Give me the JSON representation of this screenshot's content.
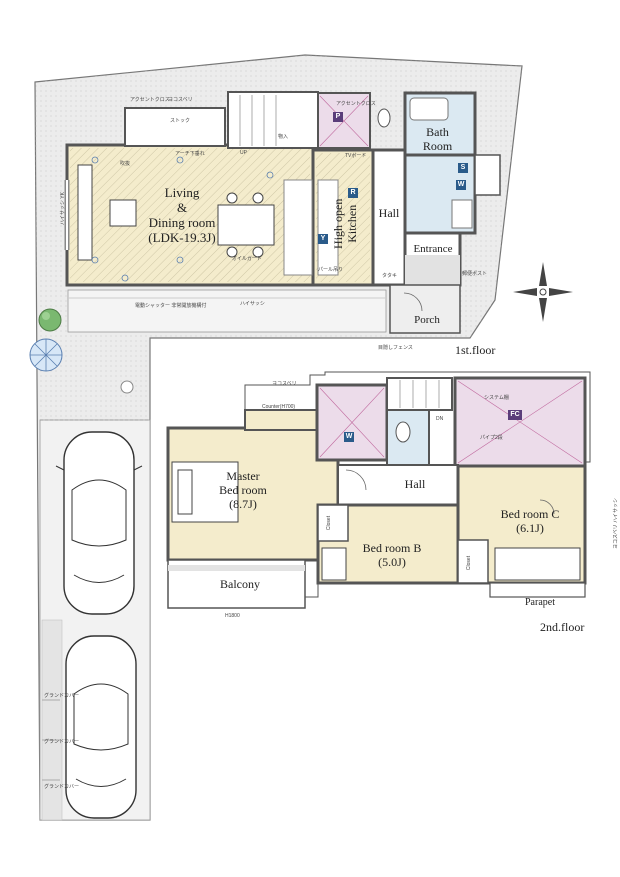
{
  "first_floor": {
    "label": "1st.floor",
    "rooms": {
      "living_line1": "Living",
      "living_line2": "&",
      "living_line3": "Dining room",
      "living_size": "(LDK-19.3J)",
      "kitchen": "High open Kitchen",
      "bath_line1": "Bath",
      "bath_line2": "Room",
      "hall": "Hall",
      "entrance": "Entrance",
      "porch": "Porch"
    },
    "notes": {
      "accent_cloth": "アクセントクロス",
      "yokosuberi": "ヨコスベリ",
      "high_sash": "ハイサッシ",
      "high_sash_ya": "ハイサッシ\nYK",
      "shutter": "電動シャッター\n非常開放機構付",
      "fence": "目隠しフェンス",
      "up": "UP",
      "tv": "TVボード",
      "oil_guard": "オイルガード",
      "pantry": "物入",
      "stock": "ストック",
      "arch": "アーチ下垂れ",
      "cutlery": "パール吊り",
      "tataki": "タタキ",
      "mailbox": "郵便ポスト",
      "flood": "吹抜"
    },
    "badges": [
      "P",
      "R",
      "Y",
      "S",
      "W"
    ]
  },
  "second_floor": {
    "label": "2nd.floor",
    "rooms": {
      "master_line1": "Master",
      "master_line2": "Bed room",
      "master_size": "(8.7J)",
      "hall": "Hall",
      "bedB_line1": "Bed room B",
      "bedB_size": "(5.0J)",
      "bedC_line1": "Bed room C",
      "bedC_size": "(6.1J)",
      "balcony": "Balcony",
      "parapet": "Parapet",
      "closet": "Closet",
      "dn": "DN"
    },
    "notes": {
      "counter": "Counter(H700)",
      "yokosuberi": "ヨコスベリ",
      "h1800": "H1800",
      "parapet_side": "ヨコスベリ\nハイサッシ",
      "system_shelf": "システム棚",
      "pipe_shelf": "パイプ2段"
    },
    "badges": [
      "W",
      "FC"
    ]
  },
  "site": {
    "ground_cover_1": "グランドカバー",
    "ground_cover_2": "グランドカバー",
    "ground_cover_3": "グランドカバー"
  },
  "colors": {
    "ldk": "#f4eccc",
    "accent_room": "#ecdcea",
    "wet_area": "#dbe9f2",
    "site": "#e6e6e6",
    "walls": "#555555",
    "badge_purple": "#5a3d7a",
    "badge_blue": "#2a5b8a"
  }
}
